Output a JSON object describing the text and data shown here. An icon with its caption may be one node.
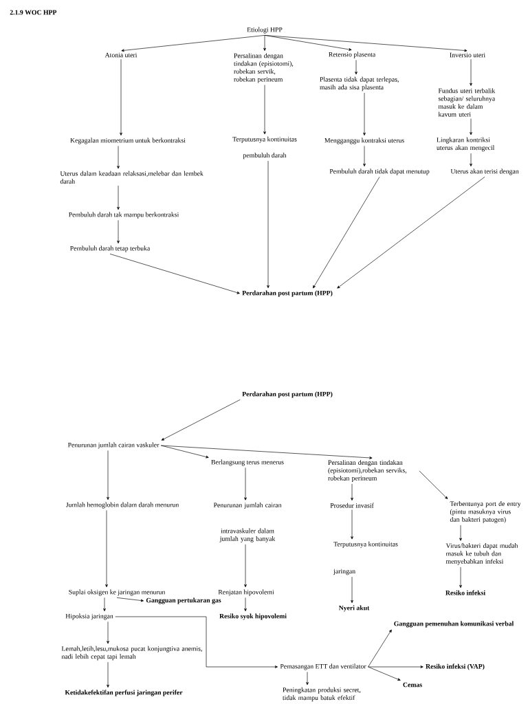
{
  "diagram": {
    "title": "2.1.9  WOC HPP",
    "nodes": [
      {
        "text": [
          "Etiologi HPP"
        ]
      },
      {
        "text": [
          "Atonia uteri"
        ]
      },
      {
        "text": [
          "Persalinan dengan tindakan (episiotomi), robekan servik, robekan perineum"
        ]
      },
      {
        "text": [
          "Retensio plasenta"
        ]
      },
      {
        "text": [
          "Inversio uteri"
        ]
      },
      {
        "text": [
          "Kegagalan miometrium untuk berkontraksi"
        ]
      },
      {
        "text": [
          "Terputusnya kontinuitas",
          "pembuluh darah"
        ]
      },
      {
        "text": [
          "Plasenta tidak dapat terlepas, masih ada sisa plasenta"
        ]
      },
      {
        "text": [
          "Fundus uteri terbalik sebagian/ seluruhnya masuk ke dalam kavum uteri"
        ]
      },
      {
        "text": [
          "Mengganggu kontraksi uterus"
        ]
      },
      {
        "text": [
          "Lingkaran kontriksi uterus akan mengecil"
        ]
      },
      {
        "text": [
          "Uterus dalam keadaan relaksasi,melebar dan lembek darah"
        ]
      },
      {
        "text": [
          "Pembuluh darah tidak dapat menutup"
        ]
      },
      {
        "text": [
          "Uterus akan terisi dengan"
        ]
      },
      {
        "text": [
          "Pembuluh darah tak mampu berkontraksi"
        ]
      },
      {
        "text": [
          "Pembuluh darah tetap terbuka"
        ]
      },
      {
        "text": [
          "Perdarahan post partum (HPP)"
        ]
      },
      {
        "text": [
          "Perdarahan post partum (HPP)"
        ]
      },
      {
        "text": [
          "Penurunan jumlah cairan vaskuler"
        ]
      },
      {
        "text": [
          "Berlangsung terus menerus"
        ]
      },
      {
        "text": [
          "Persalinan dengan tindakan (episiotomi),robekan serviks, robekan perineum"
        ]
      },
      {
        "text": [
          "Jumlah hemoglobin dalam darah menurun"
        ]
      },
      {
        "text": [
          "Penurunan jumlah cairan",
          "intravaskuler dalam jumlah yang banyak"
        ]
      },
      {
        "text": [
          "Prosedur invasif"
        ]
      },
      {
        "text": [
          "Terbentunya port de entry (pintu masuknya virus dan bakteri patogen)"
        ]
      },
      {
        "text": [
          "Virus/bakteri dapat mudah masuk ke tubuh dan menyebabkan infeksi"
        ]
      },
      {
        "text": [
          "Terputusnya kontinuitas",
          "jaringan"
        ]
      },
      {
        "text": [
          "Suplai oksigen ke jaringan menurun"
        ]
      },
      {
        "text": [
          "Gangguan pertukaran gas"
        ]
      },
      {
        "text": [
          "Renjatan hipovolemi"
        ]
      },
      {
        "text": [
          "Resiko infeksi"
        ]
      },
      {
        "text": [
          "Nyeri akut"
        ]
      },
      {
        "text": [
          "Hipoksia jaringan"
        ]
      },
      {
        "text": [
          "Resiko syok hipovolemi"
        ]
      },
      {
        "text": [
          "Lemah,letih,lesu,mukosa pucat konjungtiva anemis, nadi lebih cepat tapi lemah"
        ]
      },
      {
        "text": [
          "Gangguan pemenuhan komunikasi verbal"
        ]
      },
      {
        "text": [
          "Pemasangan ETT  dan ventilator"
        ]
      },
      {
        "text": [
          "Resiko infeksi (VAP)"
        ]
      },
      {
        "text": [
          "Ketidakefektifan perfusi jaringan perifer"
        ]
      },
      {
        "text": [
          "Cemas"
        ]
      },
      {
        "text": [
          "Peningkatan produksi secret, tidak mampu batuk efektif"
        ]
      }
    ],
    "edges": [
      {
        "from": 0,
        "to": 1,
        "arrow": "to"
      },
      {
        "from": 0,
        "to": 2,
        "arrow": "to"
      },
      {
        "from": 0,
        "to": 3,
        "arrow": "to"
      },
      {
        "from": 0,
        "to": 4,
        "arrow": "to"
      },
      {
        "from": 1,
        "to": 5,
        "arrow": "to"
      },
      {
        "from": 2,
        "to": 6,
        "arrow": "to"
      },
      {
        "from": 3,
        "to": 7,
        "arrow": "to"
      },
      {
        "from": 4,
        "to": 8,
        "arrow": "to"
      },
      {
        "from": 5,
        "to": 11,
        "arrow": "to"
      },
      {
        "from": 7,
        "to": 9,
        "arrow": "to"
      },
      {
        "from": 8,
        "to": 10,
        "arrow": "to"
      },
      {
        "from": 11,
        "to": 14,
        "arrow": "to"
      },
      {
        "from": 9,
        "to": 12,
        "arrow": "to"
      },
      {
        "from": 10,
        "to": 13,
        "arrow": "to"
      },
      {
        "from": 14,
        "to": 15,
        "arrow": "to"
      },
      {
        "from": 15,
        "to": 16,
        "arrow": "to"
      },
      {
        "from": 6,
        "to": 16,
        "arrow": "to"
      },
      {
        "from": 12,
        "to": 16,
        "arrow": "to"
      },
      {
        "from": 13,
        "to": 16,
        "arrow": "to"
      },
      {
        "from": 17,
        "to": 18,
        "arrow": "to"
      },
      {
        "from": 18,
        "to": 19,
        "arrow": "to"
      },
      {
        "from": 18,
        "to": 20,
        "arrow": "to"
      },
      {
        "from": 18,
        "to": 21,
        "arrow": "to"
      },
      {
        "from": 19,
        "to": 22,
        "arrow": "to"
      },
      {
        "from": 20,
        "to": 23,
        "arrow": "to"
      },
      {
        "from": 20,
        "to": 24,
        "arrow": "to"
      },
      {
        "from": 21,
        "to": 27,
        "arrow": "to"
      },
      {
        "from": 22,
        "to": 29,
        "arrow": "to"
      },
      {
        "from": 23,
        "to": 26,
        "arrow": "to"
      },
      {
        "from": 24,
        "to": 25,
        "arrow": "to"
      },
      {
        "from": 25,
        "to": 30,
        "arrow": "to"
      },
      {
        "from": 26,
        "to": 31,
        "arrow": "to"
      },
      {
        "from": 27,
        "to": 28,
        "arrow": "to"
      },
      {
        "from": 27,
        "to": 32,
        "arrow": "to"
      },
      {
        "from": 29,
        "to": 33,
        "arrow": "to"
      },
      {
        "from": 32,
        "to": 34,
        "arrow": "to"
      },
      {
        "from": 32,
        "to": 36,
        "arrow": "to"
      },
      {
        "from": 34,
        "to": 38,
        "arrow": "to"
      },
      {
        "from": 36,
        "to": 40,
        "arrow": "to"
      },
      {
        "from": 36,
        "to": 35,
        "arrow": "to"
      },
      {
        "from": 36,
        "to": 37,
        "arrow": "to"
      },
      {
        "from": 36,
        "to": 39,
        "arrow": "to"
      }
    ]
  }
}
